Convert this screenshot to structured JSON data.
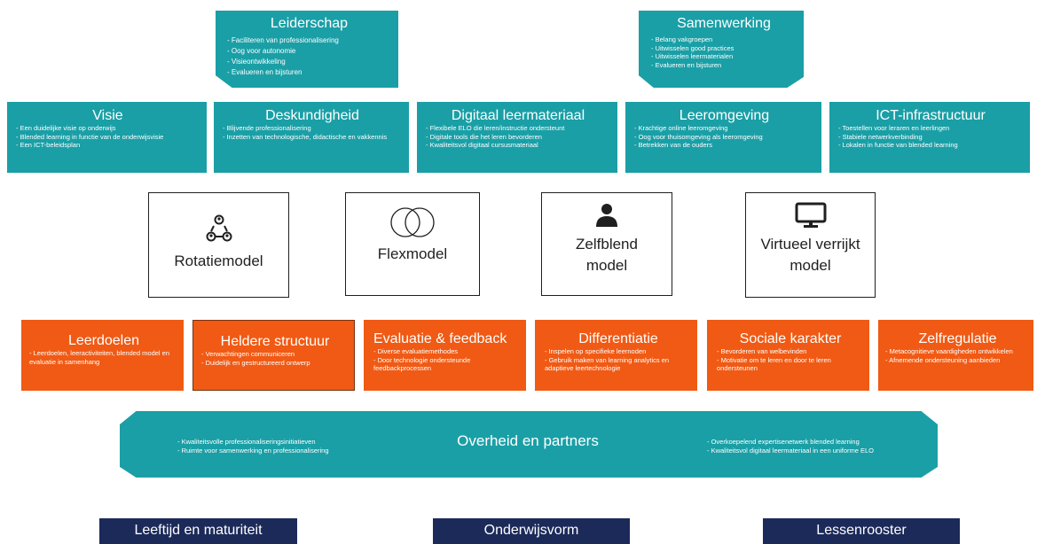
{
  "top_boxes": [
    {
      "title": "Leiderschap",
      "items": [
        "- Faciliteren van professionalisering",
        "- Oog voor autonomie",
        "- Visieontwikkeling",
        "- Evalueren en bijsturen"
      ]
    },
    {
      "title": "Samenwerking",
      "items": [
        "- Belang vakgroepen",
        "- Uitwisselen good practices",
        "- Uitwisselen leermaterialen",
        "- Evalueren en bijsturen"
      ]
    }
  ],
  "row2": [
    {
      "title": "Visie",
      "items": [
        "- Een duidelijke visie op onderwijs",
        "- Blended learning in functie van de onderwijsvisie",
        "- Een ICT-beleidsplan"
      ]
    },
    {
      "title": "Deskundigheid",
      "items": [
        "- Blijvende professionalisering",
        "- Inzetten van technologische, didactische en vakkennis"
      ]
    },
    {
      "title": "Digitaal leermateriaal",
      "items": [
        "- Flexibele ELO die leren/instructie ondersteunt",
        "- Digitale tools die het leren bevorderen",
        "- Kwaliteitsvol digitaal cursusmateriaal"
      ]
    },
    {
      "title": "Leeromgeving",
      "items": [
        "- Krachtige online leeromgeving",
        "- Oog voor thuisomgeving als leeromgeving",
        "- Betrekken van de ouders"
      ]
    },
    {
      "title": "ICT-infrastructuur",
      "items": [
        "- Toestellen voor leraren en leerlingen",
        "- Stabiele netwerkverbinding",
        "- Lokalen in functie van blended learning"
      ]
    }
  ],
  "models": [
    {
      "label_lines": [
        "Rotatiemodel"
      ],
      "icon": "people-rotation-icon"
    },
    {
      "label_lines": [
        "Flexmodel"
      ],
      "icon": "overlapping-circles-icon"
    },
    {
      "label_lines": [
        "Zelfblend",
        "model"
      ],
      "icon": "person-icon"
    },
    {
      "label_lines": [
        "Virtueel verrijkt",
        "model"
      ],
      "icon": "monitor-icon"
    }
  ],
  "row4": [
    {
      "title": "Leerdoelen",
      "items": [
        "- Leerdoelen, leeractiviteiten, blended model en evaluatie in samenhang"
      ]
    },
    {
      "title": "Heldere structuur",
      "items": [
        "- Verwachtingen communiceren",
        "- Duidelijk en gestructureerd ontwerp"
      ]
    },
    {
      "title": "Evaluatie & feedback",
      "items": [
        "- Diverse evaluatiemethodes",
        "- Door technologie ondersteunde feedbackprocessen"
      ]
    },
    {
      "title": "Differentiatie",
      "items": [
        "- Inspelen op specifieke leernoden",
        "- Gebruik maken van learning analytics en adaptieve leertechnologie"
      ]
    },
    {
      "title": "Sociale karakter",
      "items": [
        "- Bevorderen van welbevinden",
        "- Motivatie om te leren en door te leren ondersteunen"
      ]
    },
    {
      "title": "Zelfregulatie",
      "items": [
        "- Metacognitieve vaardigheden ontwikkelen",
        "- Afnemende ondersteuning aanbieden"
      ]
    }
  ],
  "overheid": {
    "title": "Overheid en partners",
    "left_items": [
      "- Kwaliteitsvolle professionaliseringsinitiatieven",
      "- Ruimte voor samenwerking en professionalisering"
    ],
    "right_items": [
      "- Overkoepelend expertisenetwerk blended learning",
      "- Kwaliteitsvol digitaal leermateriaal in een uniforme ELO"
    ]
  },
  "bottom": [
    "Leeftijd en maturiteit",
    "Onderwijsvorm",
    "Lessenrooster"
  ],
  "colors": {
    "teal": "#1a9fa6",
    "orange": "#f05a14",
    "navy": "#1c2a5a"
  }
}
